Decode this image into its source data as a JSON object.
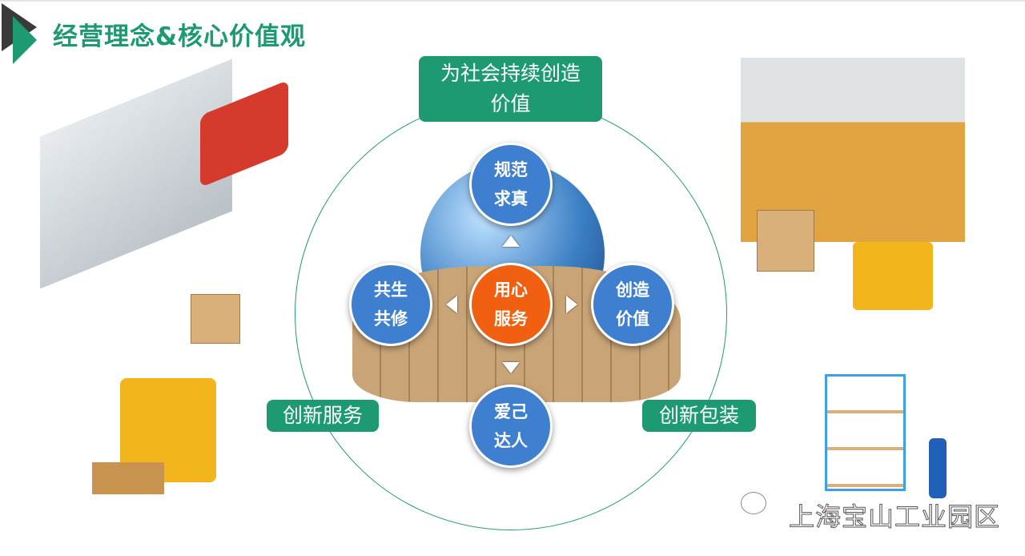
{
  "title": "经营理念&核心价值观",
  "top_tag": {
    "line1": "为社会持续创造",
    "line2": "价值"
  },
  "left_tag": "创新服务",
  "right_tag": "创新包装",
  "bubbles": {
    "center": {
      "line1": "用心",
      "line2": "服务"
    },
    "top": {
      "line1": "规范",
      "line2": "求真"
    },
    "left": {
      "line1": "共生",
      "line2": "共修"
    },
    "right": {
      "line1": "创造",
      "line2": "价值"
    },
    "bottom": {
      "line1": "爱己",
      "line2": "达人"
    }
  },
  "watermark": "上海宝山工业园区",
  "colors": {
    "accent": "#1e9a73",
    "bubble": "#3f7fd0",
    "center": "#f06010"
  }
}
